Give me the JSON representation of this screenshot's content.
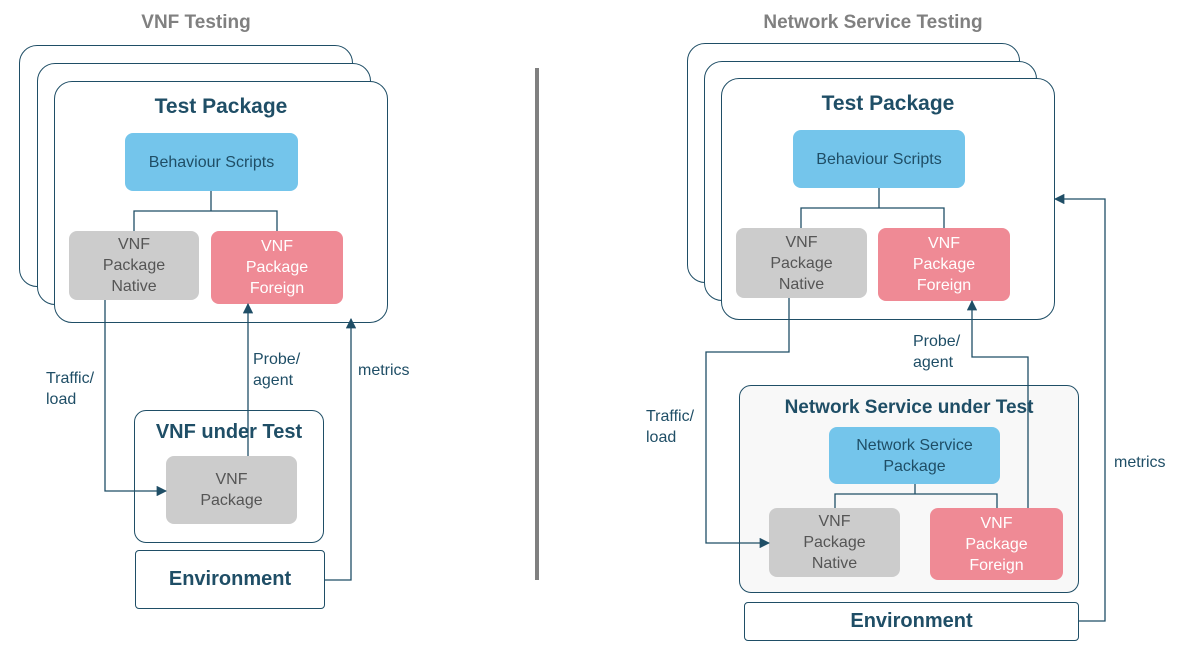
{
  "left": {
    "heading": "VNF Testing",
    "test_package": {
      "title": "Test Package",
      "behaviour_scripts": "Behaviour Scripts",
      "vnf_native": "VNF\nPackage\nNative",
      "vnf_foreign": "VNF\nPackage\nForeign"
    },
    "under_test": {
      "title": "VNF under Test",
      "package": "VNF\nPackage"
    },
    "environment": "Environment",
    "labels": {
      "traffic": "Traffic/\nload",
      "probe": "Probe/\nagent",
      "metrics": "metrics"
    }
  },
  "right": {
    "heading": "Network Service Testing",
    "test_package": {
      "title": "Test Package",
      "behaviour_scripts": "Behaviour Scripts",
      "vnf_native": "VNF\nPackage\nNative",
      "vnf_foreign": "VNF\nPackage\nForeign"
    },
    "under_test": {
      "title": "Network Service under Test",
      "ns_package": "Network Service\nPackage",
      "vnf_native": "VNF\nPackage\nNative",
      "vnf_foreign": "VNF\nPackage\nForeign"
    },
    "environment": "Environment",
    "labels": {
      "traffic": "Traffic/\nload",
      "probe": "Probe/\nagent",
      "metrics": "metrics"
    }
  },
  "colors": {
    "dark_teal": "#1f4e66",
    "heading_grey": "#808080",
    "script_blue": "#74c5eb",
    "native_grey": "#cccccc",
    "foreign_pink": "#ef8a95"
  }
}
